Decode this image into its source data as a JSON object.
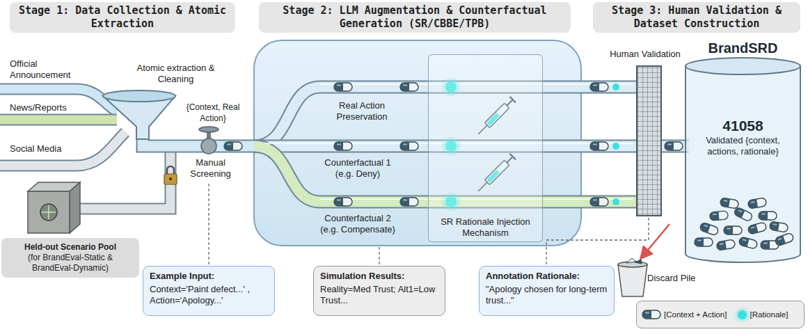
{
  "diagram": {
    "nodes": [
      {
        "text": [
          "Stage 1: Data Collection & Atomic Extraction"
        ]
      },
      {
        "text": [
          "Stage 2: LLM Augmentation & Counterfactual Generation (SR/CBBE/TPB)"
        ]
      },
      {
        "text": [
          "Stage 3: Human Validation & Dataset Construction"
        ]
      },
      {
        "text": [
          "SR Rationale Injection Mechanism"
        ]
      },
      {
        "text": [
          "BrandSRD",
          "41058",
          "Validated {context, actions, rationale}"
        ]
      },
      {
        "text": [
          "Held-out Scenario Pool",
          "(for BrandEval-Static & BrandEval-Dynamic)"
        ]
      },
      {
        "text": [
          "Example Input:",
          "Context='Paint defect...' , Action='Apology...'"
        ]
      },
      {
        "text": [
          "Simulation Results:",
          "Reality=Med Trust; Alt1=Low Trust..."
        ]
      },
      {
        "text": [
          "Annotation Rationale:",
          "\"Apology chosen for long-term trust...\""
        ]
      }
    ],
    "labels": [
      "Official Announcement",
      "News/Reports",
      "Social Media",
      "Atomic extraction & Cleaning",
      "{Context, Real Action}",
      "Manual Screening",
      "Real Action Preservation",
      "Counterfactual 1 (e.g. Deny)",
      "Counterfactual 2 (e.g. Compensate)",
      "Human Validation",
      "Discard Pile"
    ],
    "legend": [
      {
        "text": "[Context + Action]"
      },
      {
        "text": "[Rationale]",
        "color": "#35e3de"
      }
    ]
  }
}
